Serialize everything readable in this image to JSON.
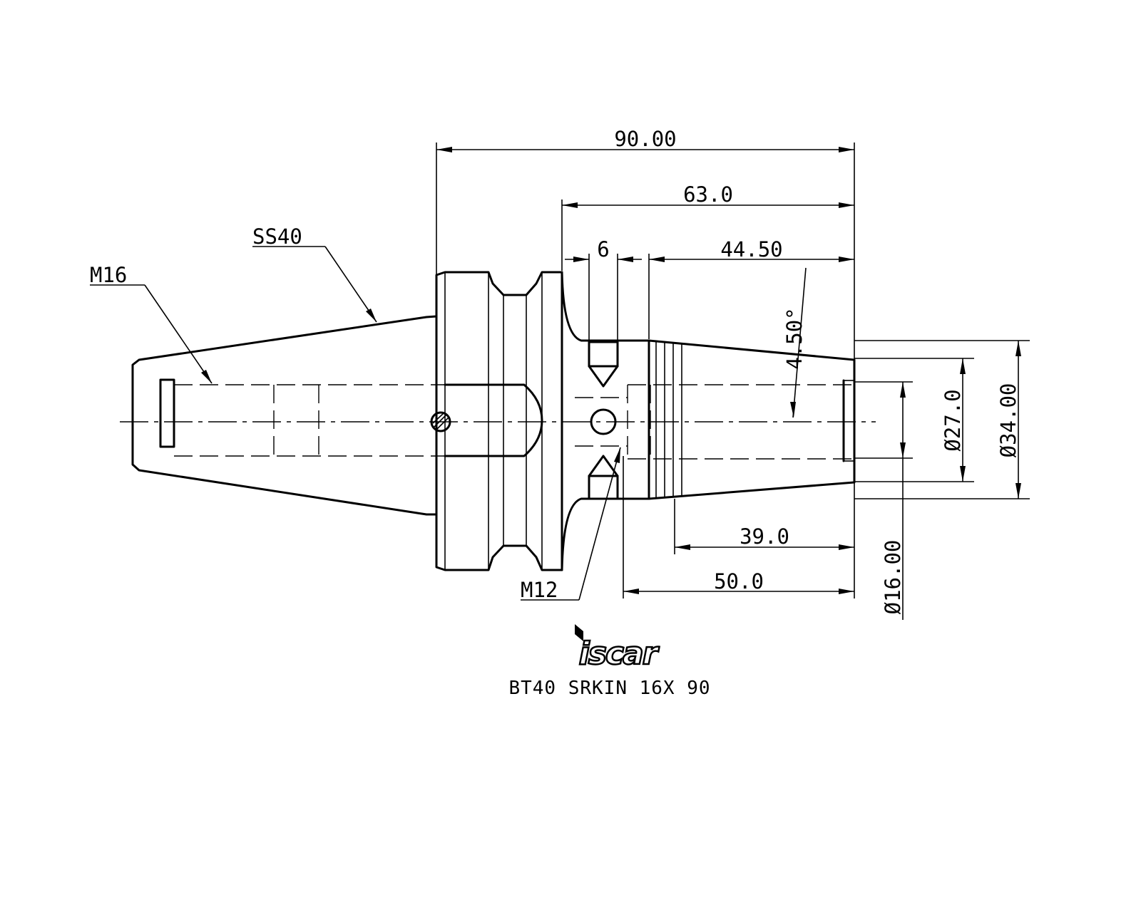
{
  "title": "BT40 SRKIN 16X 90",
  "logo_text": "iscar",
  "callouts": {
    "m16": "M16",
    "ss40": "SS40",
    "m12": "M12"
  },
  "dimensions": {
    "overall_length": "90.00",
    "length_63": "63.0",
    "width_6": "6",
    "length_44": "44.50",
    "taper_angle": "4.50°",
    "dia_27": "Ø27.0",
    "dia_34": "Ø34.00",
    "length_39": "39.0",
    "length_50": "50.0",
    "dia_16": "Ø16.00"
  }
}
